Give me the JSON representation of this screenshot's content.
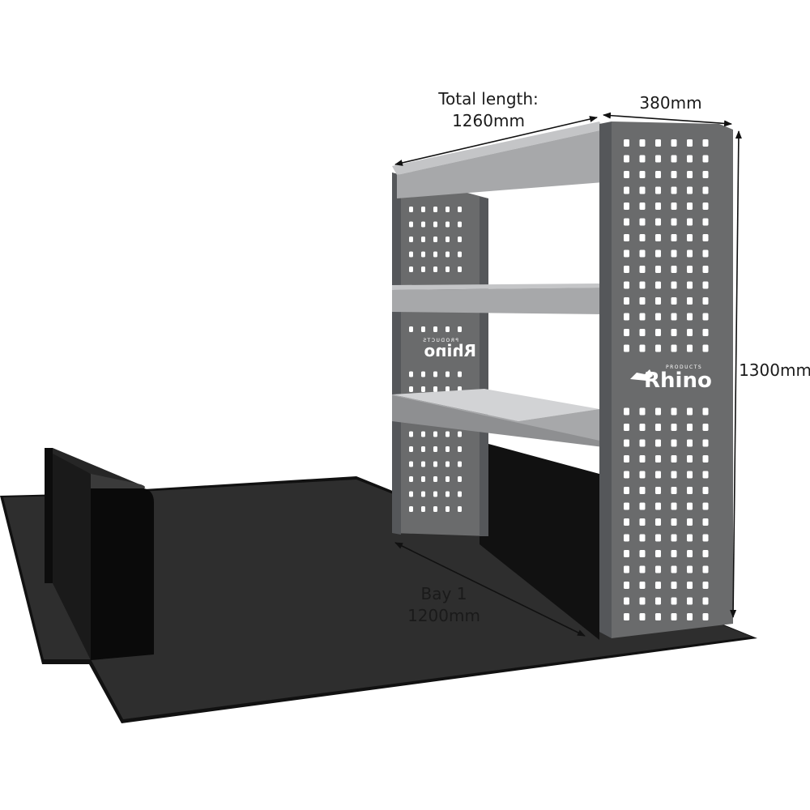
{
  "product": {
    "brand": "Rhino",
    "brand_sub": "PRODUCTS"
  },
  "dimensions": {
    "total_length_label": "Total length:",
    "total_length_value": "1260mm",
    "depth": "380mm",
    "height": "1300mm",
    "bay_label": "Bay 1",
    "bay_value": "1200mm"
  },
  "colors": {
    "floor": "#2e2e2e",
    "floor_edge": "#111111",
    "panel": "#6a6b6c",
    "panel_dark": "#55575a",
    "shelf": "#a7a8aa",
    "shelf_light": "#c4c5c7",
    "hole": "#ffffff",
    "line": "#111111"
  }
}
